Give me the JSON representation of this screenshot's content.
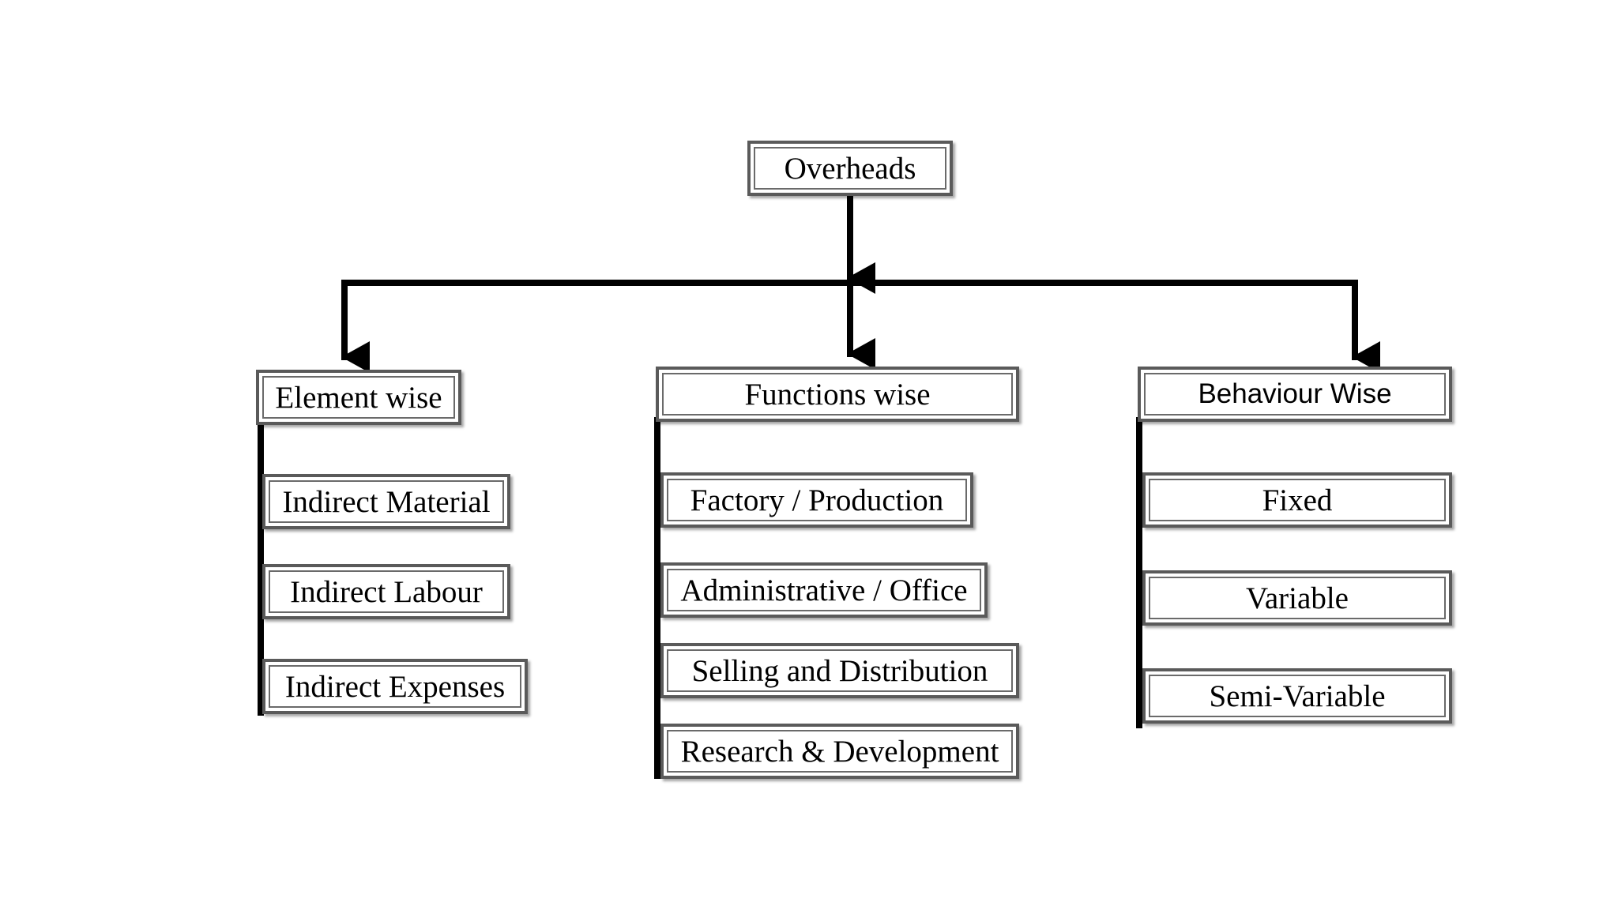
{
  "diagram": {
    "root": {
      "label": "Overheads"
    },
    "branches": [
      {
        "label": "Element wise",
        "items": [
          "Indirect Material",
          "Indirect Labour",
          "Indirect Expenses"
        ]
      },
      {
        "label": "Functions wise",
        "items": [
          "Factory / Production",
          "Administrative / Office",
          "Selling and Distribution",
          "Research & Development"
        ]
      },
      {
        "label": "Behaviour Wise",
        "items": [
          "Fixed",
          "Variable",
          "Semi-Variable"
        ]
      }
    ]
  },
  "colors": {
    "connector": "#000000",
    "box_border": "#5a5a5a",
    "box_fill": "#ffffff",
    "text": "#000000"
  }
}
